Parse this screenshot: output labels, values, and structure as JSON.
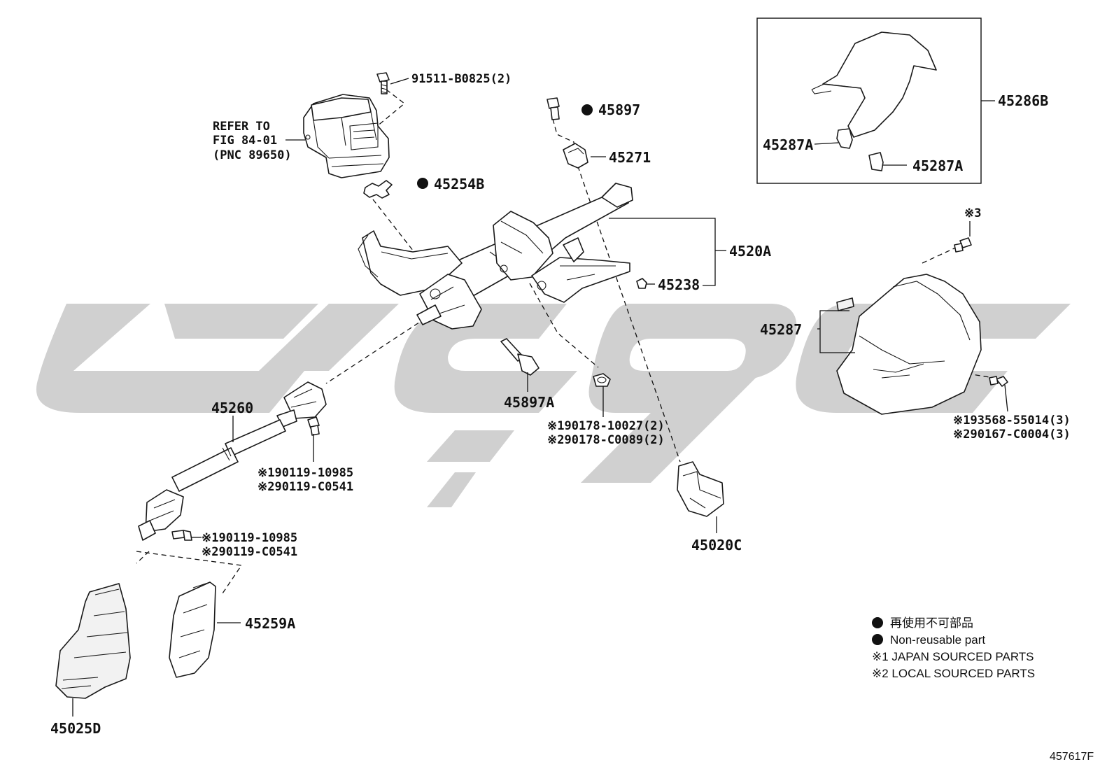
{
  "figure_id": "457617F",
  "reference_note": {
    "line1": "REFER TO",
    "line2": "FIG 84-01",
    "line3": "(PNC 89650)"
  },
  "parts": {
    "p91511": "91511-B0825(2)",
    "p45897": "45897",
    "p45271": "45271",
    "p45254B": "45254B",
    "p4520A": "4520A",
    "p45238": "45238",
    "p45897A": "45897A",
    "p45260": "45260",
    "p90178_1": "90178-10027(2)",
    "p90178_2": "90178-C0089(2)",
    "p90119a_1": "90119-10985",
    "p90119a_2": "90119-C0541",
    "p90119b_1": "90119-10985",
    "p90119b_2": "90119-C0541",
    "p45020C": "45020C",
    "p45259A": "45259A",
    "p45025D": "45025D",
    "p45286B": "45286B",
    "p45287A_left": "45287A",
    "p45287A_right": "45287A",
    "p45287": "45287",
    "p93568": "93568-55014(3)",
    "p90167": "90167-C0004(3)",
    "note3": "※3"
  },
  "marks": {
    "note1": "※1",
    "note2": "※2"
  },
  "legend": {
    "nonreusable_jp": "再使用不可部品",
    "nonreusable_en": "Non-reusable part",
    "note1": "※1 JAPAN SOURCED PARTS",
    "note2": "※2 LOCAL SOURCED PARTS"
  },
  "colors": {
    "line": "#1a1a1a",
    "watermark": "#d0d0d0",
    "background": "#ffffff"
  }
}
